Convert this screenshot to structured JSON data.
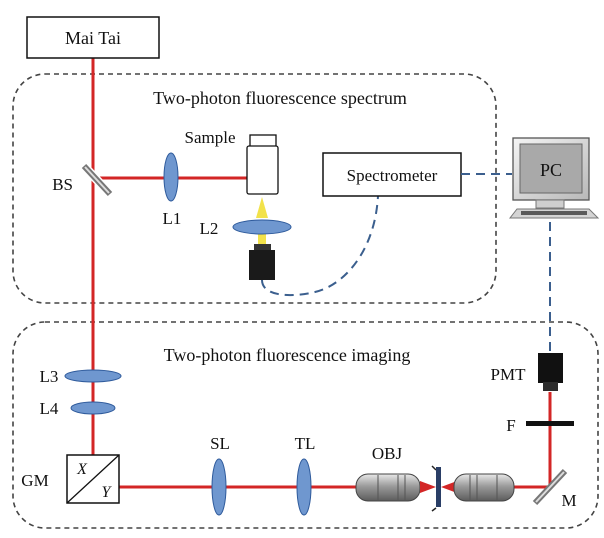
{
  "colors": {
    "beam": "#d32626",
    "signal": "#f2e24a",
    "optics_fill": "#6f97cf",
    "optics_dark": "#2f5b9c",
    "cable": "#3b5f8e",
    "region_border": "#444444"
  },
  "regions": {
    "spectrum_title": "Two-photon fluorescence spectrum",
    "imaging_title": "Two-photon fluorescence imaging"
  },
  "components": {
    "laser": "Mai Tai",
    "beam_splitter": "BS",
    "lens_l1": "L1",
    "sample": "Sample",
    "lens_l2": "L2",
    "spectrometer": "Spectrometer",
    "pc": "PC",
    "lens_l3": "L3",
    "lens_l4": "L4",
    "galvo": "GM",
    "galvo_x": "X",
    "galvo_y": "Y",
    "scan_lens": "SL",
    "tube_lens": "TL",
    "objective": "OBJ",
    "pmt": "PMT",
    "filter": "F",
    "mirror": "M"
  },
  "icons": [
    "cuvette-icon",
    "detector-icon",
    "computer-monitor-icon",
    "objective-lens-icon",
    "photomultiplier-icon",
    "galvo-mirror-icon"
  ]
}
